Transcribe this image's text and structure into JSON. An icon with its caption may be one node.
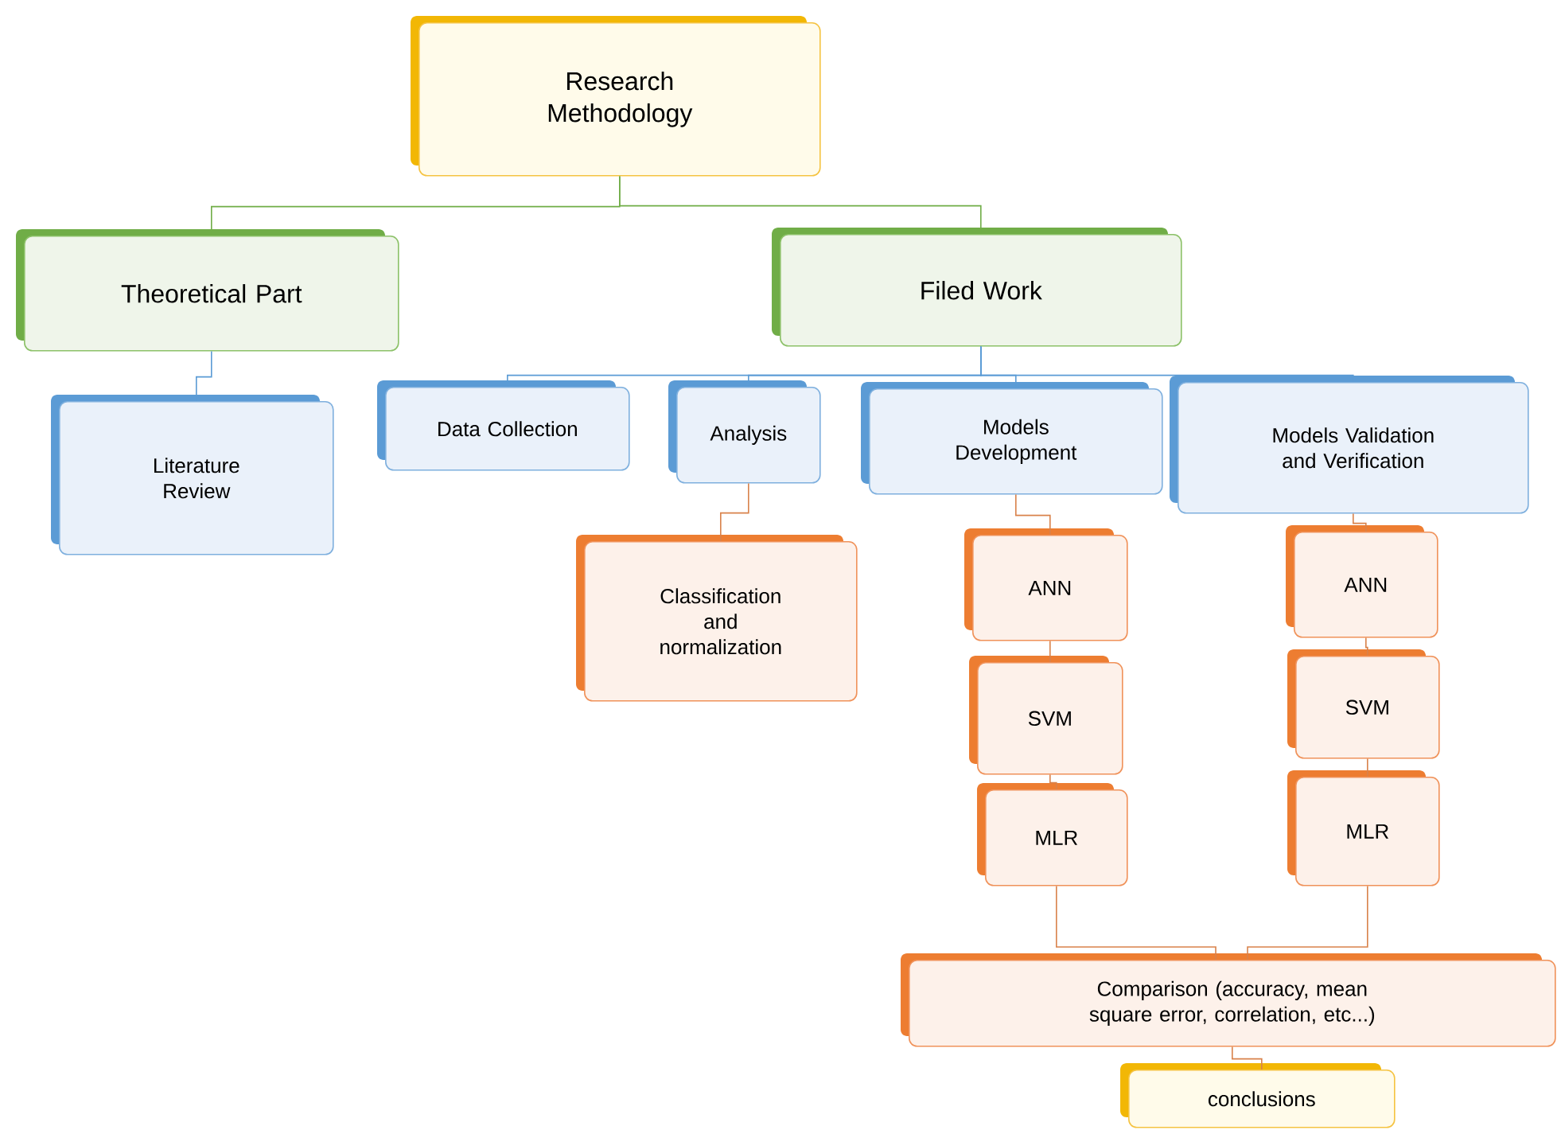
{
  "diagram": {
    "nodes": [
      {
        "text": [
          "Research Methodology"
        ]
      },
      {
        "text": [
          "Theoretical Part"
        ]
      },
      {
        "text": [
          "Filed Work"
        ]
      },
      {
        "text": [
          "Literature Review"
        ]
      },
      {
        "text": [
          "Data Collection"
        ]
      },
      {
        "text": [
          "Analysis"
        ]
      },
      {
        "text": [
          "Models Development"
        ]
      },
      {
        "text": [
          "Models Validation and Verification"
        ]
      },
      {
        "text": [
          "Classification and normalization"
        ]
      },
      {
        "text": [
          "ANN"
        ]
      },
      {
        "text": [
          "SVM"
        ]
      },
      {
        "text": [
          "MLR"
        ]
      },
      {
        "text": [
          "ANN"
        ]
      },
      {
        "text": [
          "SVM"
        ]
      },
      {
        "text": [
          "MLR"
        ]
      },
      {
        "text": [
          "Comparison (accuracy, mean square error, correlation, etc...)"
        ]
      },
      {
        "text": [
          "conclusions"
        ]
      }
    ],
    "edges": [
      {
        "from": 0,
        "to": 1,
        "arrow": "none",
        "color": "#70ad47"
      },
      {
        "from": 0,
        "to": 2,
        "arrow": "none",
        "color": "#70ad47"
      },
      {
        "from": 1,
        "to": 3,
        "arrow": "none",
        "color": "#5b9bd5"
      },
      {
        "from": 2,
        "to": 4,
        "arrow": "none",
        "color": "#5b9bd5"
      },
      {
        "from": 2,
        "to": 5,
        "arrow": "none",
        "color": "#5b9bd5"
      },
      {
        "from": 2,
        "to": 6,
        "arrow": "none",
        "color": "#5b9bd5"
      },
      {
        "from": 2,
        "to": 7,
        "arrow": "none",
        "color": "#5b9bd5"
      },
      {
        "from": 5,
        "to": 8,
        "arrow": "none"
      },
      {
        "from": 6,
        "to": 9,
        "arrow": "none"
      },
      {
        "from": 9,
        "to": 10,
        "arrow": "none"
      },
      {
        "from": 10,
        "to": 11,
        "arrow": "none"
      },
      {
        "from": 7,
        "to": 12,
        "arrow": "none"
      },
      {
        "from": 12,
        "to": 13,
        "arrow": "none"
      },
      {
        "from": 13,
        "to": 14,
        "arrow": "none"
      },
      {
        "from": 11,
        "to": 15,
        "arrow": "none"
      },
      {
        "from": 14,
        "to": 15,
        "arrow": "none"
      },
      {
        "from": 15,
        "to": 16,
        "arrow": "none"
      }
    ]
  }
}
